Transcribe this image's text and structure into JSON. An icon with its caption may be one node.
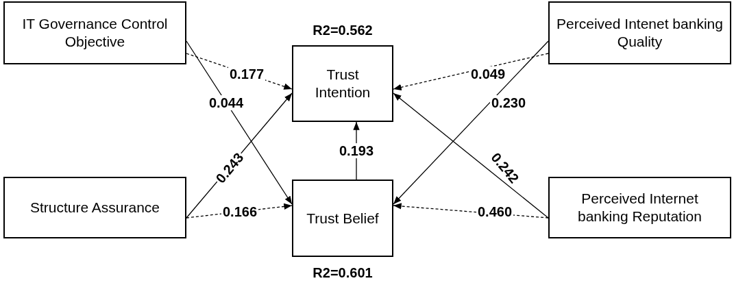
{
  "diagram": {
    "nodes": [
      {
        "text": [
          "IT Governance Control Objective"
        ]
      },
      {
        "text": [
          "Trust Intention"
        ],
        "beside": [
          "R2=0.562"
        ]
      },
      {
        "text": [
          "Perceived Intenet banking Quality"
        ]
      },
      {
        "text": [
          "Structure Assurance"
        ]
      },
      {
        "text": [
          "Trust Belief"
        ],
        "beside": [
          "R2=0.601"
        ]
      },
      {
        "text": [
          "Perceived Internet banking Reputation"
        ]
      }
    ],
    "edges": [
      {
        "from": 0,
        "to": 1,
        "arrow": "to",
        "label": "0.177",
        "style": "dashed"
      },
      {
        "from": 0,
        "to": 4,
        "arrow": "to",
        "label": "0.044"
      },
      {
        "from": 2,
        "to": 1,
        "arrow": "to",
        "label": "0.049",
        "style": "dashed"
      },
      {
        "from": 2,
        "to": 4,
        "arrow": "to",
        "label": "0.230"
      },
      {
        "from": 3,
        "to": 1,
        "arrow": "to",
        "label": "0.243"
      },
      {
        "from": 3,
        "to": 4,
        "arrow": "to",
        "label": "0.166",
        "style": "dashed"
      },
      {
        "from": 5,
        "to": 1,
        "arrow": "to",
        "label": "0.242"
      },
      {
        "from": 5,
        "to": 4,
        "arrow": "to",
        "label": "0.460",
        "style": "dashed"
      },
      {
        "from": 4,
        "to": 1,
        "arrow": "to",
        "label": "0.193"
      }
    ]
  }
}
